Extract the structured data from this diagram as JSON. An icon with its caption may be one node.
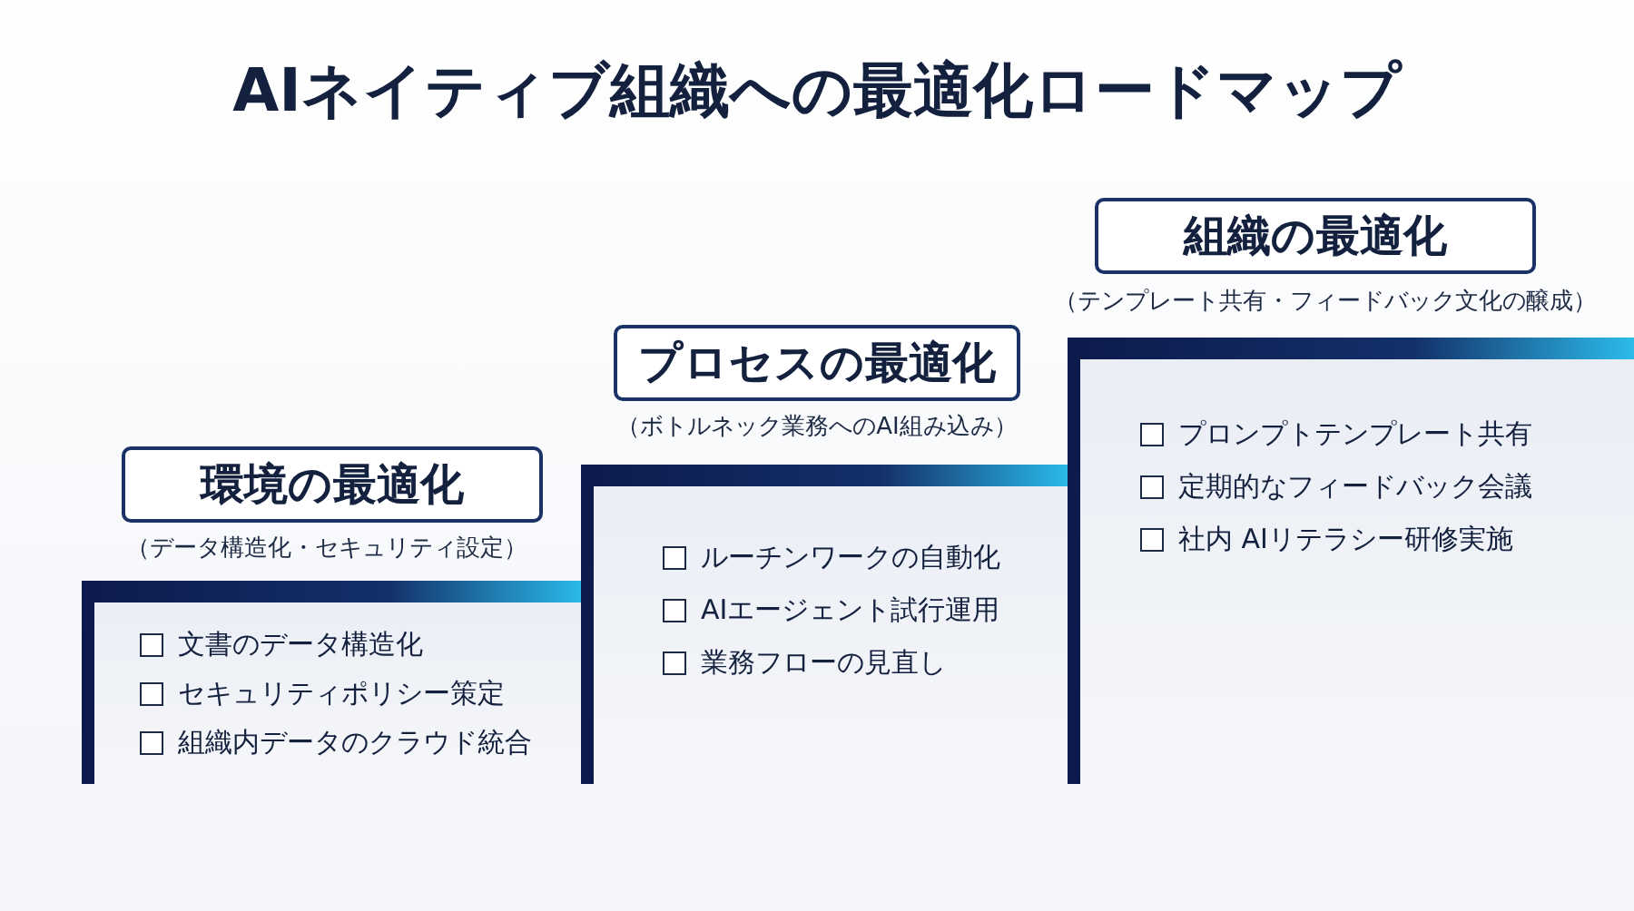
{
  "diagram": {
    "title": "AIネイティブ組織への最適化ロードマップ",
    "nodes": [
      {
        "text": [
          "環境の最適化"
        ],
        "beside": [
          "（データ構造化・セキュリティ設定）"
        ]
      },
      {
        "text": [
          "文書のデータ構造化",
          "セキュリティポリシー策定",
          "組織内データのクラウド統合"
        ]
      },
      {
        "text": [
          "プロセスの最適化"
        ],
        "beside": [
          "（ボトルネック業務へのAI組み込み）"
        ]
      },
      {
        "text": [
          "ルーチンワークの自動化",
          "AIエージェント試行運用",
          "業務フローの見直し"
        ]
      },
      {
        "text": [
          "組織の最適化"
        ],
        "beside": [
          "（テンプレート共有・フィードバック文化の醸成）"
        ]
      },
      {
        "text": [
          "プロンプトテンプレート共有",
          "定期的なフィードバック会議",
          "社内 AIリテラシー研修実施"
        ]
      }
    ]
  }
}
